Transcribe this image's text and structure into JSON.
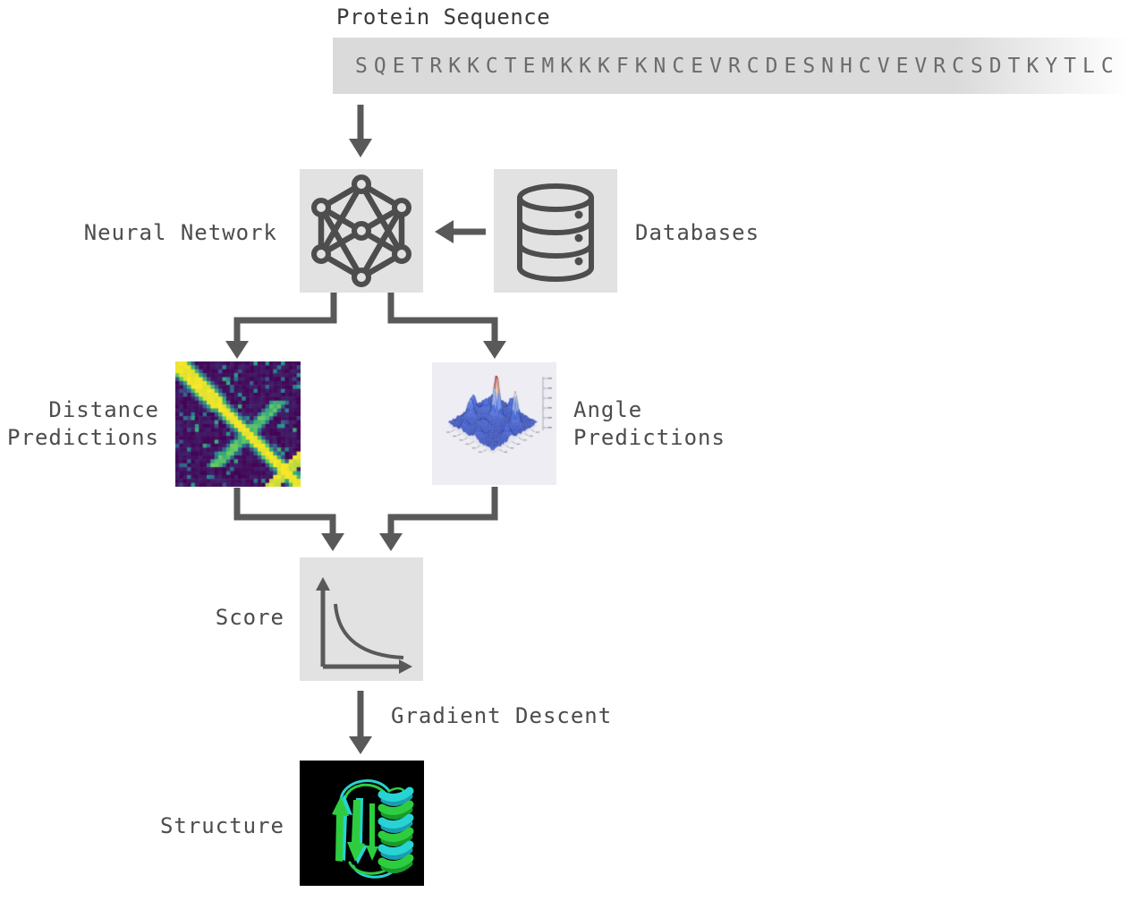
{
  "title": "Protein Sequence",
  "sequence": "SQETRKKCTEMKKKFKNCEVRCDESNHCVEVRCSDTKYTLC",
  "labels": {
    "neural_network": "Neural Network",
    "databases": "Databases",
    "distance_line1": "Distance",
    "distance_line2": "Predictions",
    "angle_line1": "Angle",
    "angle_line2": "Predictions",
    "score": "Score",
    "gradient_descent": "Gradient Descent",
    "structure": "Structure"
  },
  "colors": {
    "box_fill": "#e2e2e2",
    "arrow": "#595959",
    "icon_stroke": "#4d4d4d",
    "label_text": "#4c4c4c",
    "sequence_text": "#6b6b6b",
    "sequence_bar": "#dadada",
    "structure_green": "#2ecc3f",
    "structure_cyan": "#27d3d3",
    "structure_background": "#000000"
  },
  "figures": {
    "heatmap": {
      "name": "distance-prediction-heatmap",
      "grid": 32,
      "seed": 11,
      "colormap": "viridis",
      "colormap_stops": [
        [
          0,
          "#440154"
        ],
        [
          0.25,
          "#3b528b"
        ],
        [
          0.5,
          "#21918c"
        ],
        [
          0.75,
          "#5ec962"
        ],
        [
          1,
          "#fde725"
        ]
      ]
    },
    "surface": {
      "name": "angle-prediction-surface",
      "grid": 34,
      "seed": 5,
      "background": "#ededf3",
      "floor": "#e3e3ee",
      "axis_color": "#9a9aa6",
      "colormap_stops": [
        [
          0,
          "#3a53c4"
        ],
        [
          0.3,
          "#5b7ae6"
        ],
        [
          0.5,
          "#8fb0f4"
        ],
        [
          0.68,
          "#eceff2"
        ],
        [
          0.8,
          "#f09b6e"
        ],
        [
          1,
          "#b51f2e"
        ]
      ],
      "peaks": [
        [
          0.48,
          0.4,
          1.0,
          0.05
        ],
        [
          0.8,
          0.3,
          0.72,
          0.045
        ],
        [
          0.18,
          0.68,
          0.42,
          0.055
        ],
        [
          0.25,
          0.4,
          0.3,
          0.06
        ],
        [
          0.06,
          0.5,
          0.35,
          0.045
        ],
        [
          0.5,
          0.08,
          0.28,
          0.05
        ],
        [
          0.92,
          0.6,
          0.3,
          0.05
        ],
        [
          0.6,
          0.92,
          0.25,
          0.05
        ],
        [
          0.3,
          0.92,
          0.22,
          0.045
        ],
        [
          0.45,
          0.68,
          0.15,
          0.07
        ]
      ]
    }
  }
}
